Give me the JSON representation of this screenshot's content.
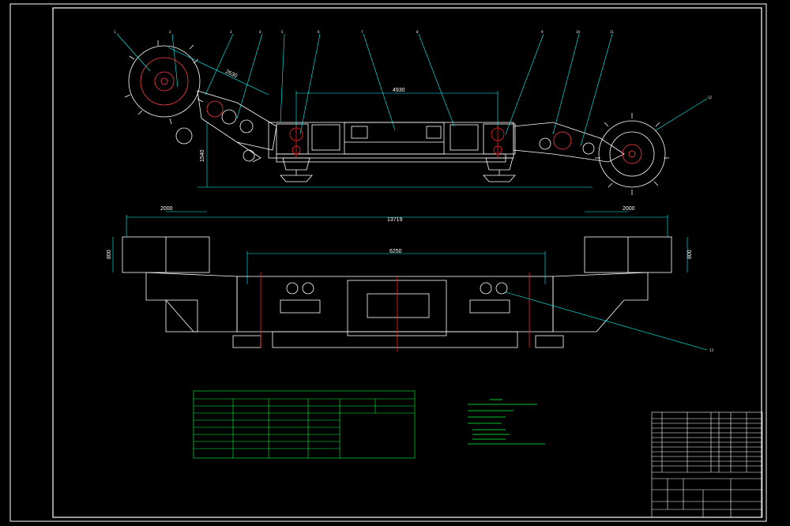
{
  "drawing": {
    "dimensions": {
      "arm_length": "2630",
      "axle_spacing_top": "4930",
      "height": "1540",
      "overall_length": "13719",
      "left_width": "2000",
      "right_width": "2000",
      "left_height": "800",
      "right_height": "800",
      "axle_spacing_bottom": "6250"
    },
    "callouts": [
      "1",
      "2",
      "3",
      "4",
      "5",
      "6",
      "7",
      "8",
      "9",
      "10",
      "11",
      "12",
      "13"
    ],
    "colors": {
      "frame": "#ffffff",
      "dimension": "#00ffff",
      "center_line": "#ff2020",
      "table": "#00ff40",
      "body": "#ffffff"
    },
    "icons": [
      "cutting-drum-icon",
      "ranging-arm-icon",
      "shoe-icon"
    ]
  }
}
